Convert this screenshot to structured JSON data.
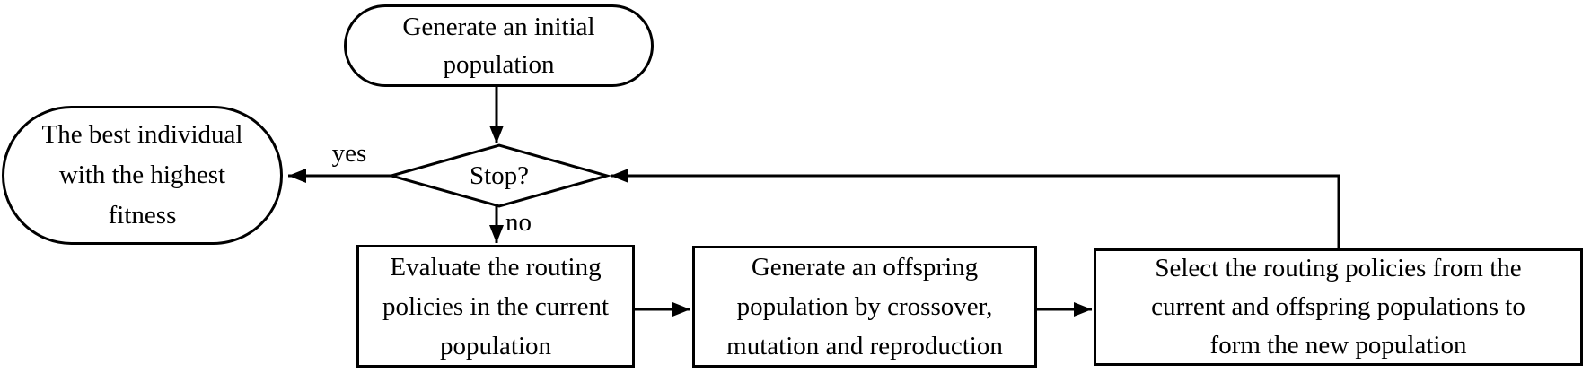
{
  "diagram": {
    "type": "flowchart",
    "colors": {
      "stroke": "#000000",
      "background": "#ffffff",
      "text": "#000000"
    },
    "nodes": {
      "start": {
        "shape": "terminator",
        "lines": [
          "Generate an initial",
          "population"
        ]
      },
      "decision": {
        "shape": "diamond",
        "label": "Stop?"
      },
      "result": {
        "shape": "terminator",
        "lines": [
          "The best individual",
          "with the highest",
          "fitness"
        ]
      },
      "evaluate": {
        "shape": "process",
        "lines": [
          "Evaluate the routing",
          "policies in the current",
          "population"
        ]
      },
      "offspring": {
        "shape": "process",
        "lines": [
          "Generate an offspring",
          "population by crossover,",
          "mutation and reproduction"
        ]
      },
      "select": {
        "shape": "process",
        "lines": [
          "Select the routing policies from the",
          "current and offspring populations to",
          "form the new population"
        ]
      }
    },
    "edge_labels": {
      "yes": "yes",
      "no": "no"
    },
    "edges": [
      {
        "from": "start",
        "to": "decision",
        "label": ""
      },
      {
        "from": "decision",
        "to": "result",
        "label": "yes"
      },
      {
        "from": "decision",
        "to": "evaluate",
        "label": "no"
      },
      {
        "from": "evaluate",
        "to": "offspring",
        "label": ""
      },
      {
        "from": "offspring",
        "to": "select",
        "label": ""
      },
      {
        "from": "select",
        "to": "decision",
        "label": ""
      }
    ]
  }
}
